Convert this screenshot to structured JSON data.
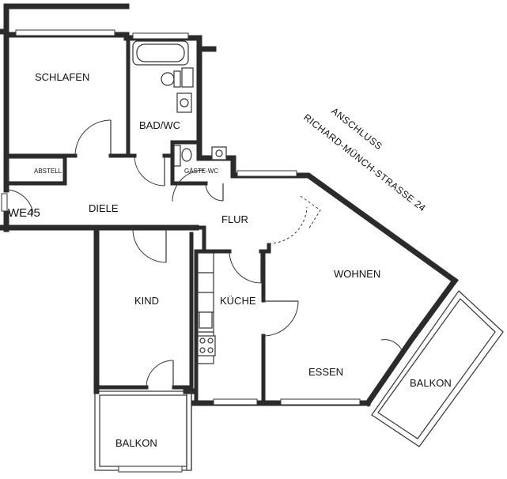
{
  "rooms": {
    "schlafen": "SCHLAFEN",
    "bad_wc": "BAD/WC",
    "abstell": "ABSTELL",
    "gaeste_wc": "GÄSTE-WC",
    "diele": "DIELE",
    "flur": "FLUR",
    "kind": "KIND",
    "kueche": "KÜCHE",
    "wohnen": "WOHNEN",
    "essen": "ESSEN",
    "balkon_right": "BALKON",
    "balkon_bottom": "BALKON"
  },
  "unit_label": "WE45",
  "annotation": {
    "line1": "ANSCHLUSS",
    "line2": "RICHARD-MÜNCH-STRASSE 24"
  }
}
